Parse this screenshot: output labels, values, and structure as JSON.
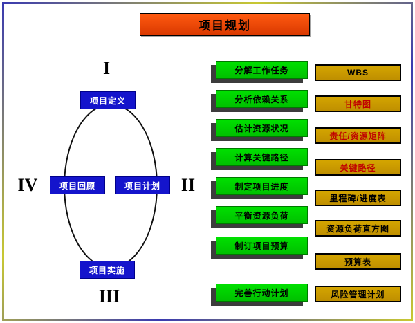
{
  "slide": {
    "title": "项目规划"
  },
  "cycle": {
    "quadrant_labels": {
      "top": "I",
      "right": "II",
      "bottom": "III",
      "left": "IV"
    },
    "nodes": {
      "top": "项目定义",
      "right": "项目计划",
      "bottom": "项目实施",
      "left": "项目回顾"
    }
  },
  "steps": [
    "分解工作任务",
    "分析依赖关系",
    "估计资源状况",
    "计算关键路径",
    "制定项目进度",
    "平衡资源负荷",
    "制订项目预算",
    "完善行动计划"
  ],
  "outputs": [
    {
      "label": "WBS",
      "text_color": "#000000"
    },
    {
      "label": "甘特图",
      "text_color": "#c00000"
    },
    {
      "label": "责任/资源矩阵",
      "text_color": "#c00000"
    },
    {
      "label": "关键路径",
      "text_color": "#c00000"
    },
    {
      "label": "里程碑/进度表",
      "text_color": "#000000"
    },
    {
      "label": "资源负荷直方图",
      "text_color": "#000000"
    },
    {
      "label": "预算表",
      "text_color": "#000000"
    },
    {
      "label": "风险管理计划",
      "text_color": "#000000"
    }
  ],
  "colors": {
    "title_bg": "#e64500",
    "step_bg": "#00d400",
    "output_bg": "#cc9900",
    "node_bg": "#1414cc",
    "accent_red": "#c00000"
  }
}
